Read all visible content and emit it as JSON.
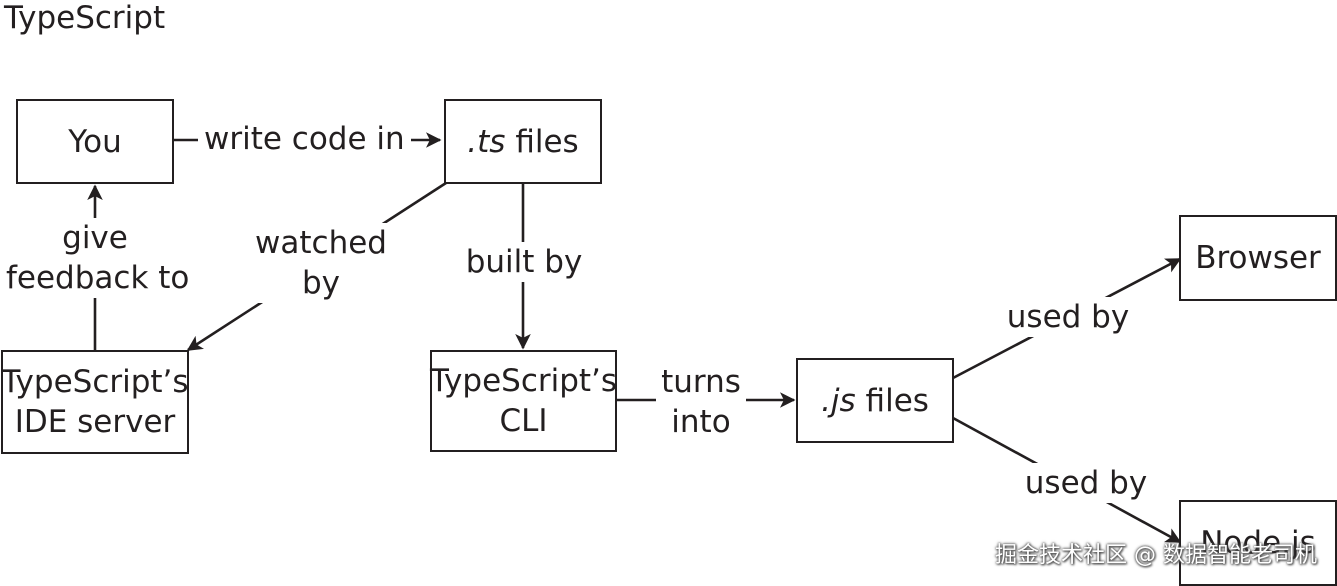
{
  "title": "TypeScript",
  "nodes": {
    "you": {
      "label": "You"
    },
    "ts_files": {
      "label_prefix": ".ts",
      "label_suffix": " files"
    },
    "ide_server": {
      "line1": "TypeScript’s",
      "line2": "IDE server"
    },
    "cli": {
      "line1": "TypeScript’s",
      "line2": "CLI"
    },
    "js_files": {
      "label_prefix": ".js",
      "label_suffix": " files"
    },
    "browser": {
      "label": "Browser"
    },
    "node": {
      "label": "Node.js"
    }
  },
  "edges": {
    "write_code_in": "write code in",
    "watched_by": {
      "line1": "watched",
      "line2": "by"
    },
    "built_by": "built by",
    "give_feedback_to": {
      "line1": "give",
      "line2": "feedback to"
    },
    "turns_into": {
      "line1": "turns",
      "line2": "into"
    },
    "used_by_browser": "used by",
    "used_by_node": "used by"
  },
  "watermark": "掘金技术社区 @ 数据智能老司机",
  "colors": {
    "ink": "#231f20",
    "background": "#ffffff"
  }
}
